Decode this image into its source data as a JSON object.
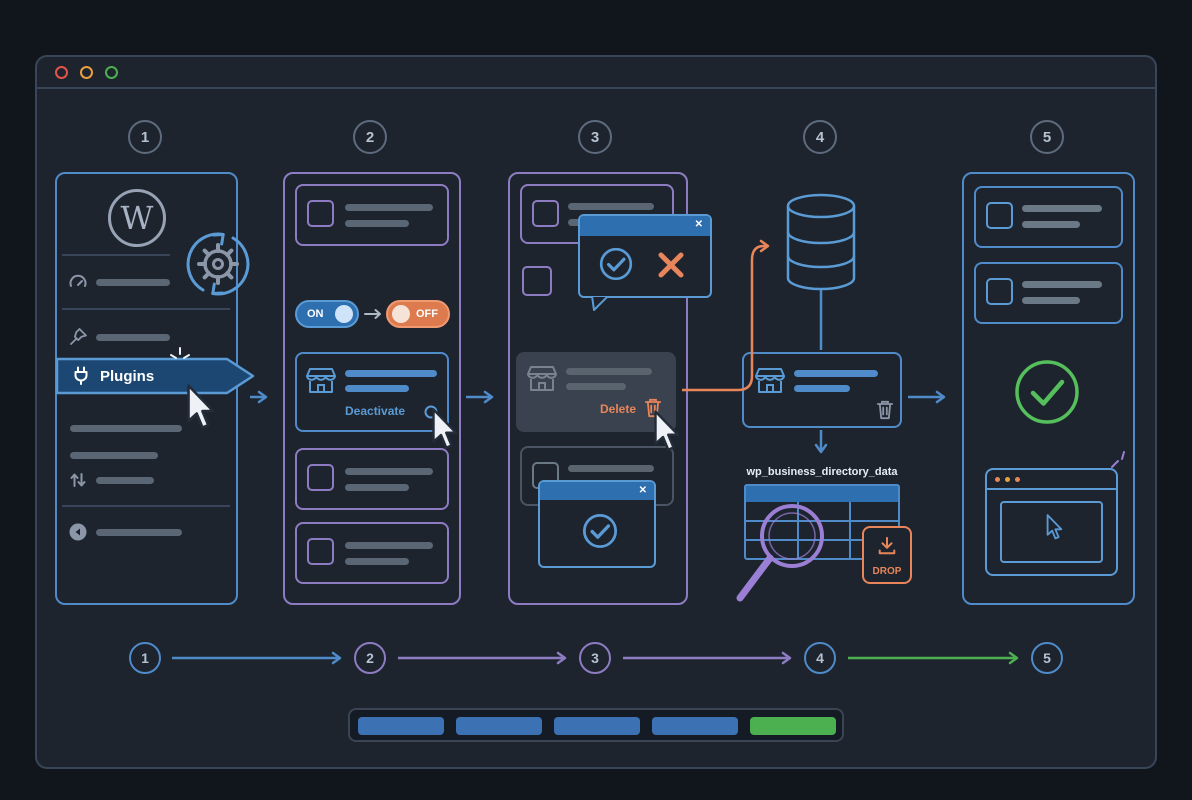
{
  "steps_top": [
    "1",
    "2",
    "3",
    "4",
    "5"
  ],
  "steps_bottom": [
    "1",
    "2",
    "3",
    "4",
    "5"
  ],
  "icons": {
    "close": "✕"
  },
  "column1": {
    "wordpress_initial": "W",
    "plugins_label": "Plugins"
  },
  "column2": {
    "toggle_on_label": "ON",
    "toggle_off_label": "OFF",
    "deactivate_label": "Deactivate"
  },
  "column3": {
    "delete_label": "Delete"
  },
  "column4": {
    "table_name": "wp_business_directory_data",
    "drop_label": "DROP"
  },
  "colors": {
    "blue": "#4f8ac9",
    "purple": "#8e7cc3",
    "green": "#4caf50",
    "orange": "#e8855a"
  }
}
